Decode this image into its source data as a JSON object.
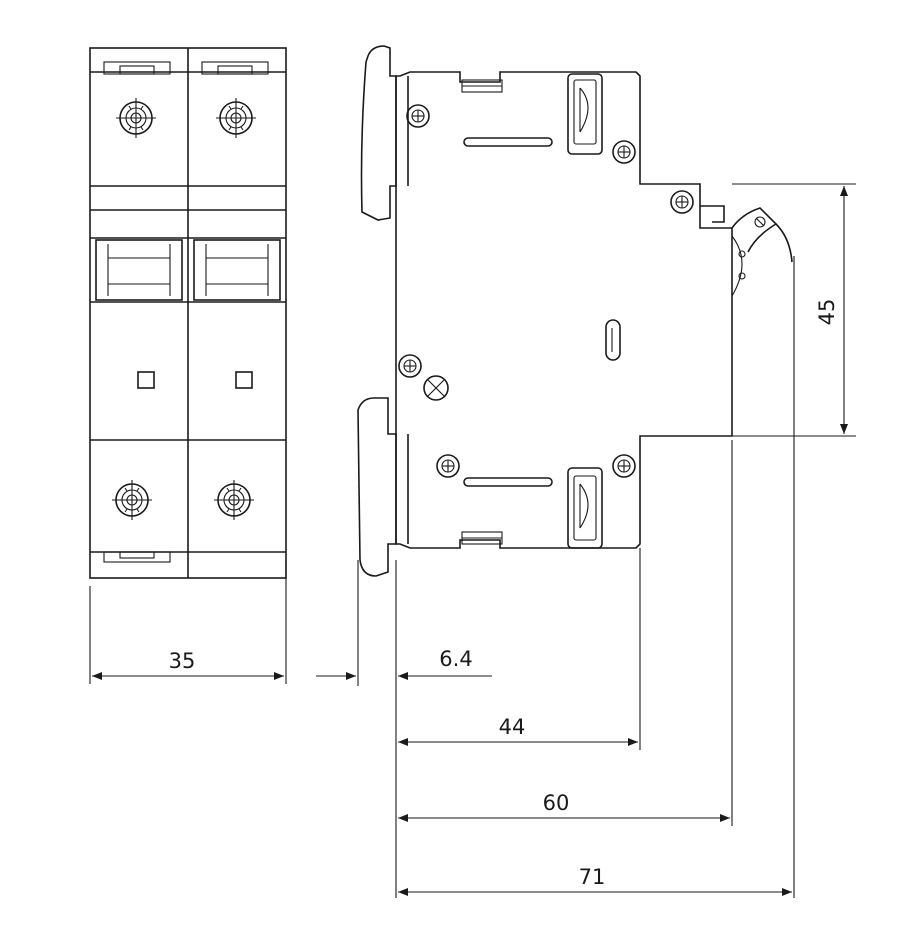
{
  "dimensions": {
    "width_label": "35",
    "offset_label": "6.4",
    "depth_44_label": "44",
    "depth_60_label": "60",
    "depth_71_label": "71",
    "height_label": "45"
  },
  "colors": {
    "line": "#1a1a1a",
    "background": "#ffffff"
  }
}
